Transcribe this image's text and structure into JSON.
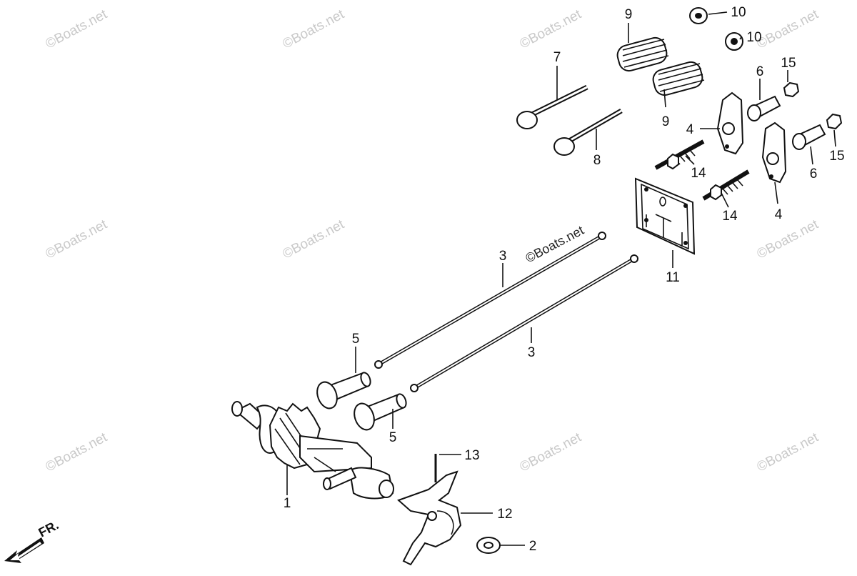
{
  "watermark": "©Boats.net",
  "direction_label": "FR.",
  "callouts": {
    "camshaft": "1",
    "washer": "2",
    "pushrod_upper": "3",
    "pushrod_lower": "3",
    "rocker_arm_left": "4",
    "rocker_arm_right": "4",
    "tappet_upper": "5",
    "tappet_lower": "5",
    "pivot_left": "6",
    "pivot_right": "6",
    "intake_valve": "7",
    "exhaust_valve": "8",
    "spring_upper": "9",
    "spring_lower": "9",
    "retainer_upper": "10",
    "retainer_lower": "10",
    "guide_plate": "11",
    "governor_weight": "12",
    "pin": "13",
    "stud_left": "14",
    "stud_right": "14",
    "nut_upper": "15",
    "nut_lower": "15"
  }
}
